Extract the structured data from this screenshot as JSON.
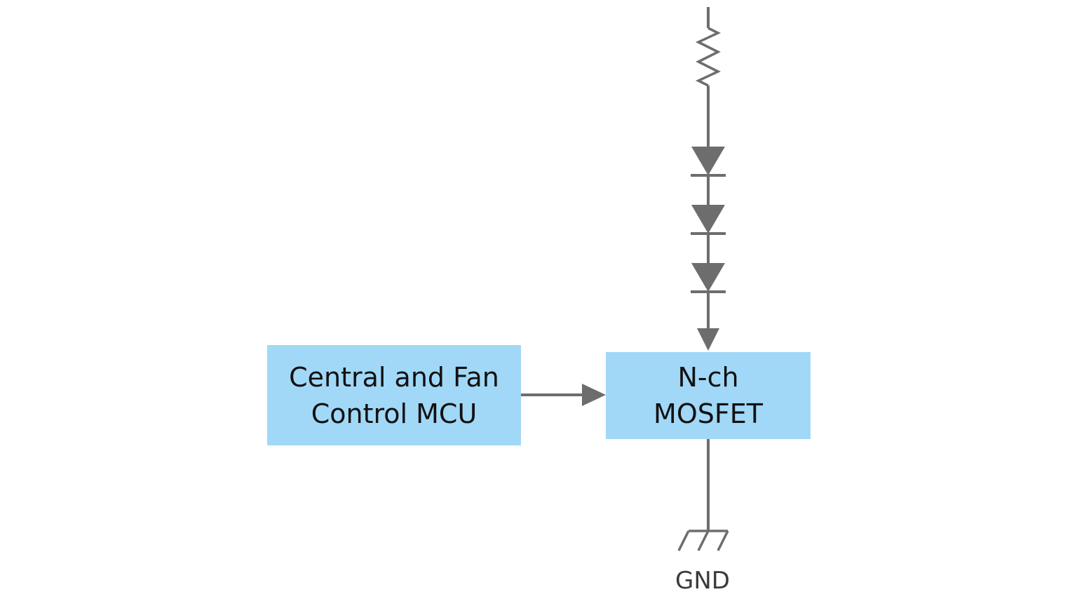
{
  "diagram": {
    "mcu_block": {
      "line1": "Central and Fan",
      "line2": "Control MCU"
    },
    "mosfet_block": {
      "line1": "N-ch",
      "line2": "MOSFET"
    },
    "ground_label": "GND",
    "led_count": 3
  },
  "colors": {
    "block_fill": "#a1d8f7",
    "wire": "#6d6d6d",
    "block_text": "#111111",
    "label_text": "#3a3a3a",
    "background": "#ffffff"
  },
  "icons": [
    "resistor-icon",
    "led-icon",
    "ground-icon",
    "arrow-icon"
  ]
}
